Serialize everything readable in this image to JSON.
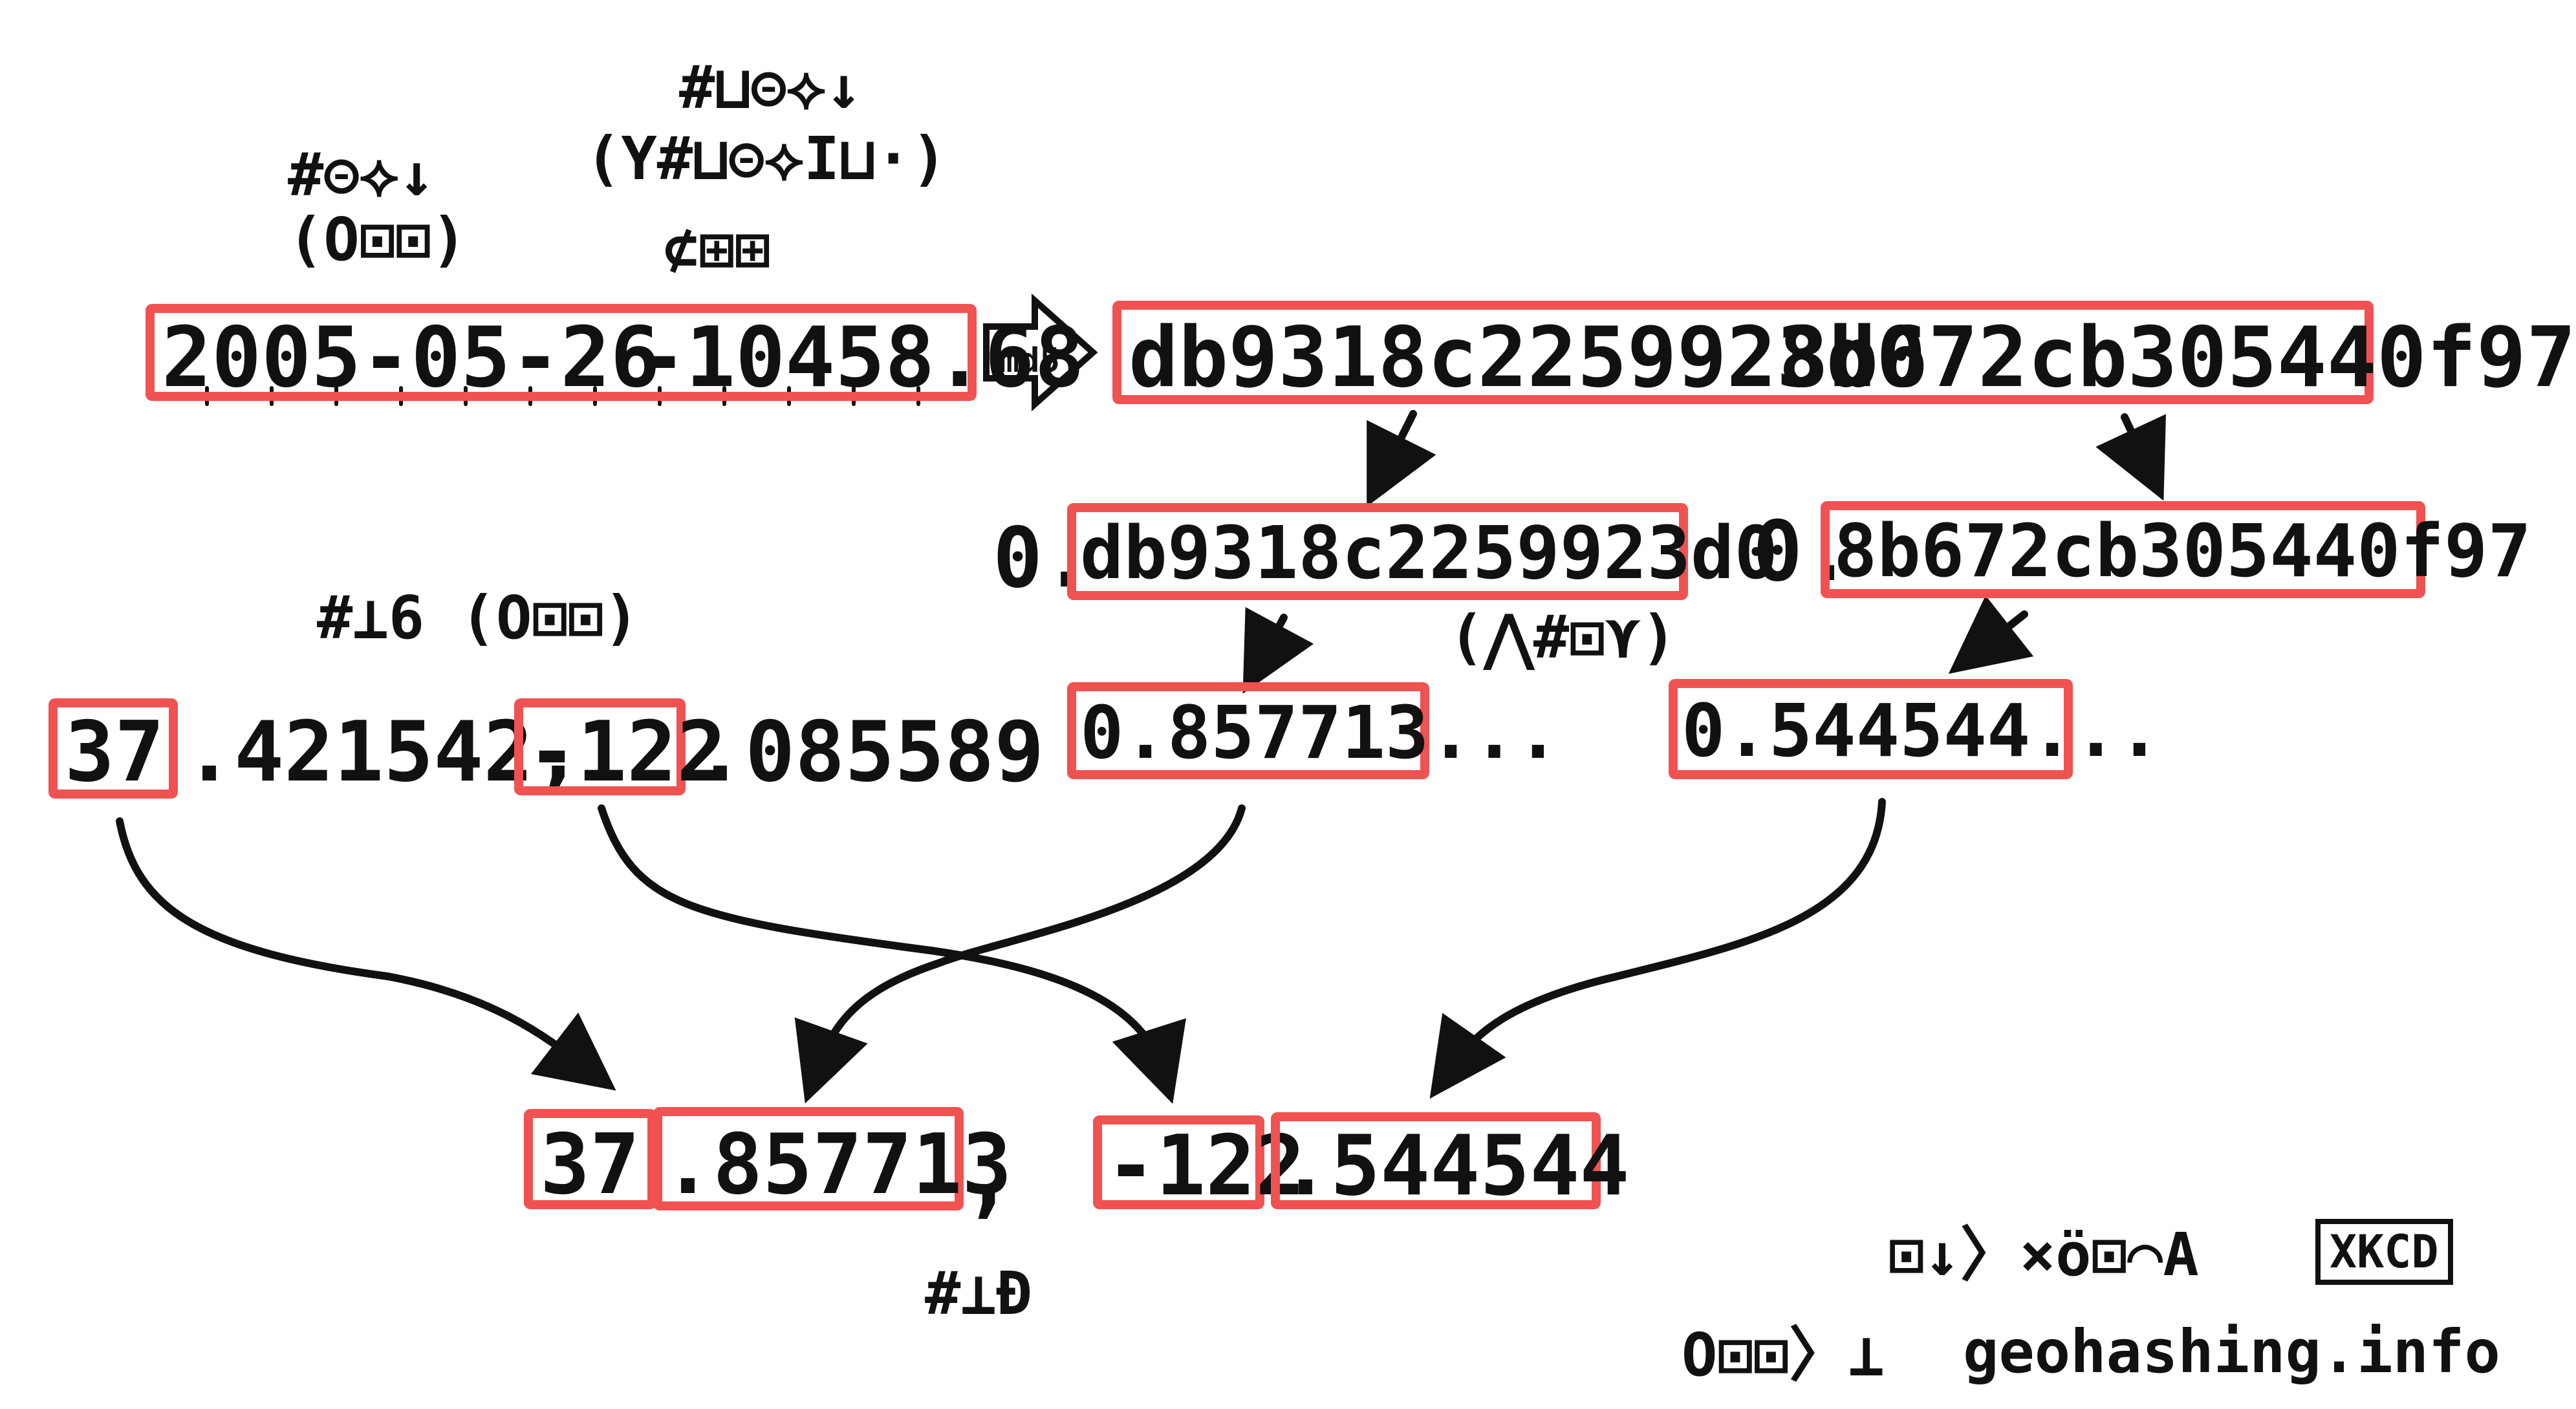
{
  "labels": {
    "date_label_line1": "#⊝⟡↓",
    "date_label_line2": "(O⊡⊡)",
    "dow_label_line1": "#⊔⊝⟡↓",
    "dow_label_line2": "(Y#⊔⊝⟡I⊔·)",
    "dow_label_line3": "⊄⊞⊞",
    "lat_lon_label": "#⊥6 (O⊡⊡)",
    "combine_label": "(⋀#⊡⋎)",
    "result_label": "#⊥Ð",
    "footer_line1": "⊡↓〉×ö⊡⌒A",
    "footer_badge": "XKCD",
    "footer_line2_prefix": "O⊡⊡〉⊥",
    "footer_site": "geohashing.info"
  },
  "input": {
    "date": "2005-05-26",
    "dash": "-",
    "dow_open": "10458.68"
  },
  "hash": {
    "arrow_label": "md5",
    "first_half": "db9318c2259923d0",
    "second_half": "8b672cb305440f97"
  },
  "fractions": {
    "prefix_lat": "0.",
    "hex_lat": "db9318c2259923d0",
    "prefix_lon": "0.",
    "hex_lon": "8b672cb305440f97",
    "dec_lat": "0.857713...",
    "dec_lon": "0.544544..."
  },
  "graticule": {
    "lat_int": "37",
    "lat_frac": ".421542,",
    "lon_int": "-122",
    "lon_frac": ".085589"
  },
  "result": {
    "lat_int": "37",
    "lat_frac": ".857713",
    "comma": ",",
    "lon_int": "-122",
    "lon_frac": ".544544"
  },
  "colors": {
    "highlight": "#f05252",
    "ink": "#111111"
  }
}
